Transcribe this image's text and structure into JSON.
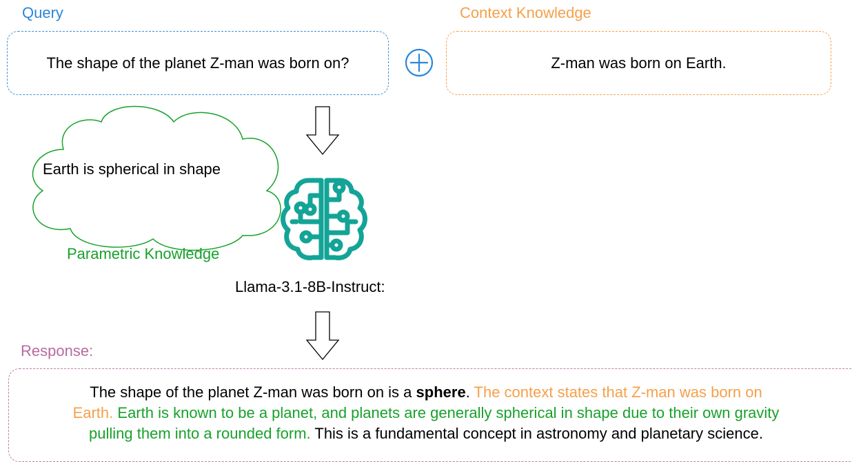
{
  "query": {
    "label": "Query",
    "text": "The shape of the planet Z-man was born on?"
  },
  "context": {
    "label": "Context Knowledge",
    "text": "Z-man was born on Earth."
  },
  "parametric": {
    "text": "Earth is spherical in shape",
    "label": "Parametric Knowledge"
  },
  "model": {
    "label": "Llama-3.1-8B-Instruct:"
  },
  "response": {
    "label": "Response:",
    "part1": "The shape of the planet Z-man was born on is a ",
    "bold": "sphere",
    "part2": ". ",
    "context_part": "The context states that Z-man was born on\nEarth.",
    "space1": " ",
    "param_part": "Earth is known to be a planet, and planets are generally spherical in shape due to their own gravity\npulling them into a rounded form.",
    "space2": " ",
    "part3": "This is a fundamental concept in astronomy and planetary science."
  },
  "colors": {
    "query": "#2b86d9",
    "context": "#f5a04a",
    "parametric": "#17a12a",
    "response": "#b86a9d",
    "brain": "#13a497"
  },
  "icons": {
    "plus": "plus-circle-icon",
    "arrow": "down-arrow-icon",
    "brain": "brain-circuit-icon",
    "cloud": "cloud-icon"
  }
}
